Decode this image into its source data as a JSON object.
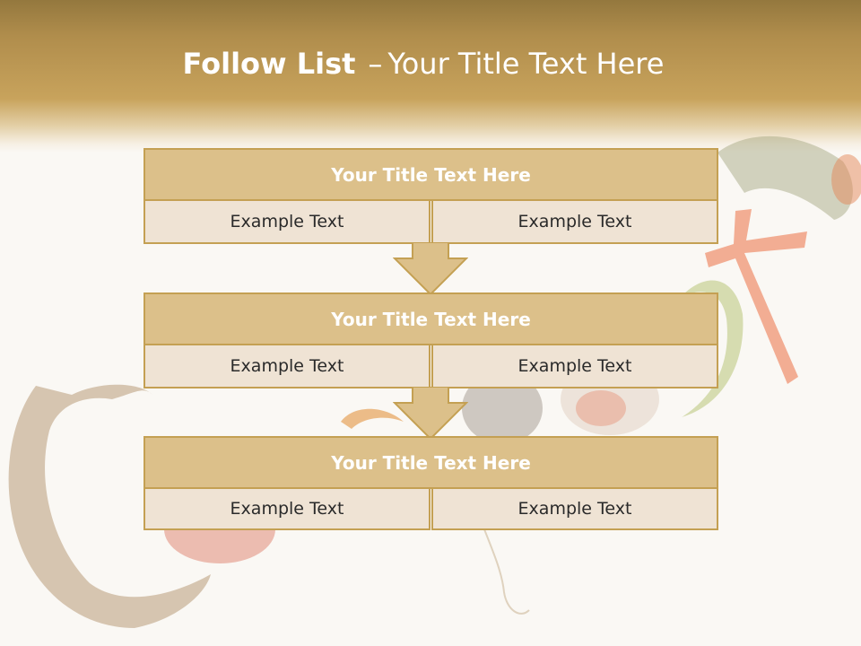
{
  "slide": {
    "title_bold": "Follow List",
    "title_dash": "–",
    "title_rest": "Your Title Text Here"
  },
  "blocks": [
    {
      "title": "Your Title Text Here",
      "left_text": "Example Text",
      "right_text": "Example Text"
    },
    {
      "title": "Your Title Text Here",
      "left_text": "Example Text",
      "right_text": "Example Text"
    },
    {
      "title": "Your Title Text Here",
      "left_text": "Example Text",
      "right_text": "Example Text"
    }
  ],
  "colors": {
    "header": "#c8a35c",
    "block_title_fill": "#dcc08a",
    "cell_fill": "#efe3d4",
    "border": "#c4a053",
    "arrow_fill": "#dcc08a"
  }
}
